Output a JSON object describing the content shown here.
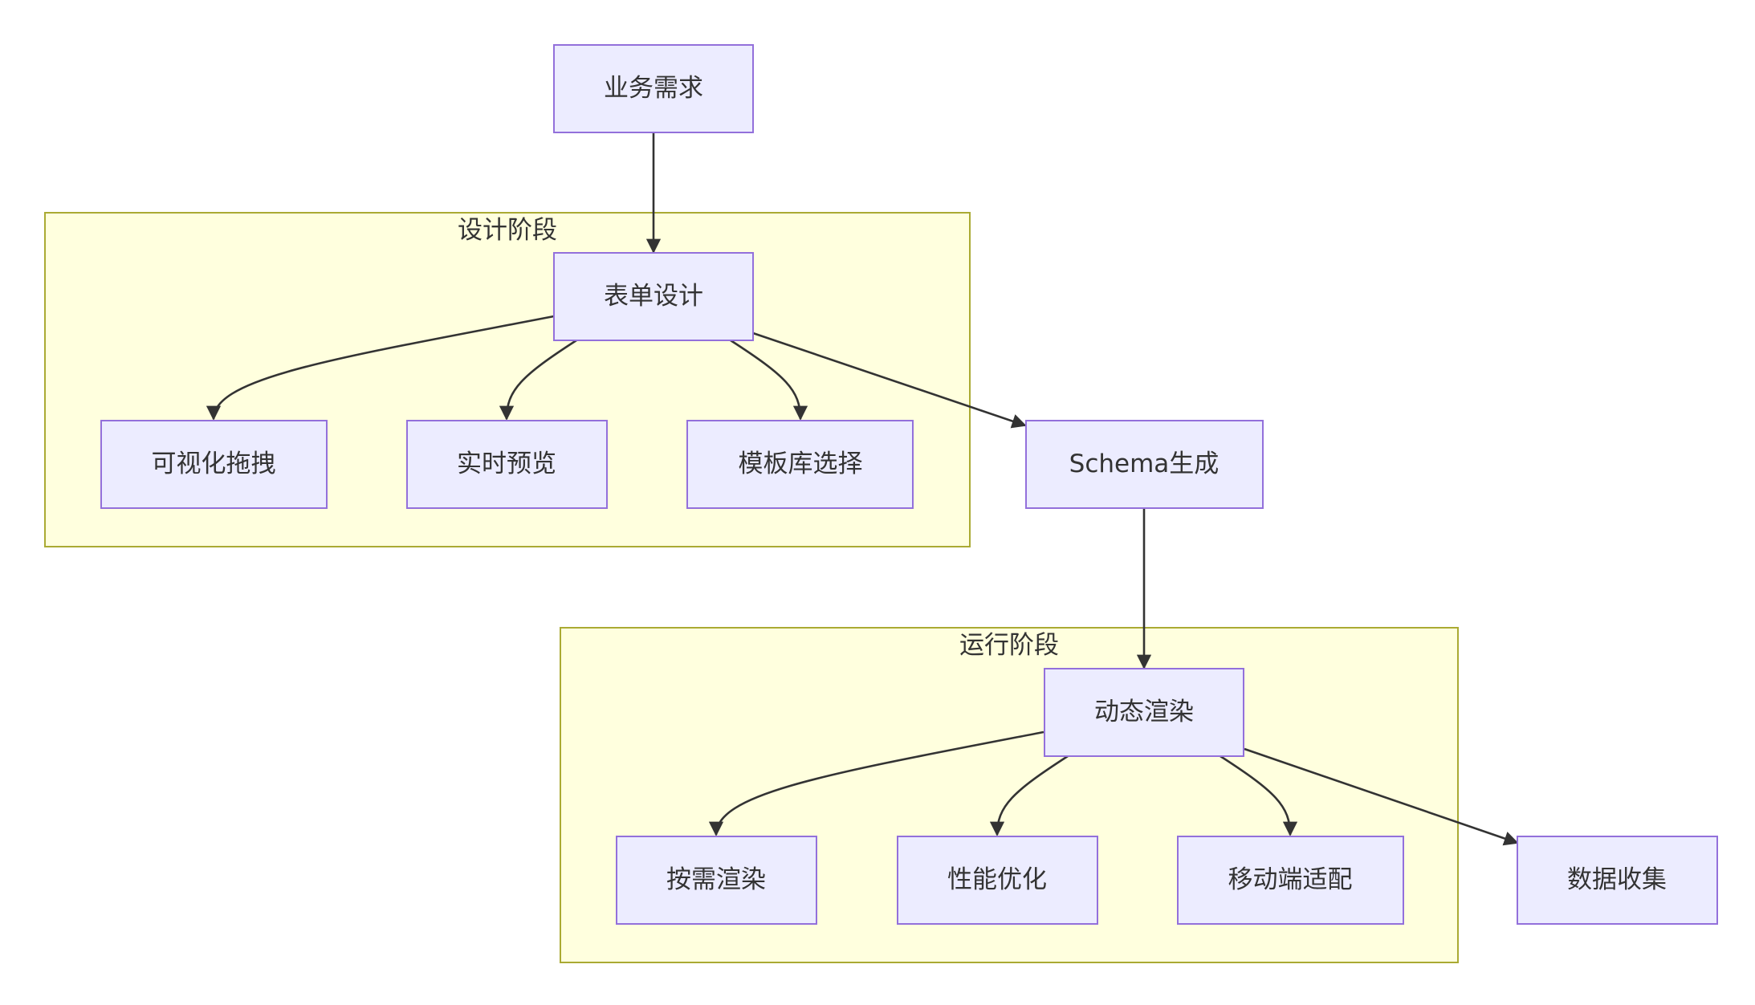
{
  "clusters": {
    "design": {
      "label": "设计阶段"
    },
    "runtime": {
      "label": "运行阶段"
    }
  },
  "nodes": {
    "business": {
      "label": "业务需求"
    },
    "form_design": {
      "label": "表单设计"
    },
    "drag": {
      "label": "可视化拖拽"
    },
    "preview": {
      "label": "实时预览"
    },
    "template": {
      "label": "模板库选择"
    },
    "schema": {
      "label": "Schema生成"
    },
    "render": {
      "label": "动态渲染"
    },
    "ondemand": {
      "label": "按需渲染"
    },
    "perf": {
      "label": "性能优化"
    },
    "mobile": {
      "label": "移动端适配"
    },
    "collect": {
      "label": "数据收集"
    }
  },
  "edges": [
    {
      "from": "business",
      "to": "form_design"
    },
    {
      "from": "form_design",
      "to": "drag"
    },
    {
      "from": "form_design",
      "to": "preview"
    },
    {
      "from": "form_design",
      "to": "template"
    },
    {
      "from": "form_design",
      "to": "schema"
    },
    {
      "from": "schema",
      "to": "render"
    },
    {
      "from": "render",
      "to": "ondemand"
    },
    {
      "from": "render",
      "to": "perf"
    },
    {
      "from": "render",
      "to": "mobile"
    },
    {
      "from": "render",
      "to": "collect"
    }
  ],
  "colors": {
    "node_fill": "#ececff",
    "node_stroke": "#9370db",
    "cluster_fill": "#ffffde",
    "cluster_stroke": "#aaaa33",
    "edge": "#333333",
    "text": "#333333"
  }
}
